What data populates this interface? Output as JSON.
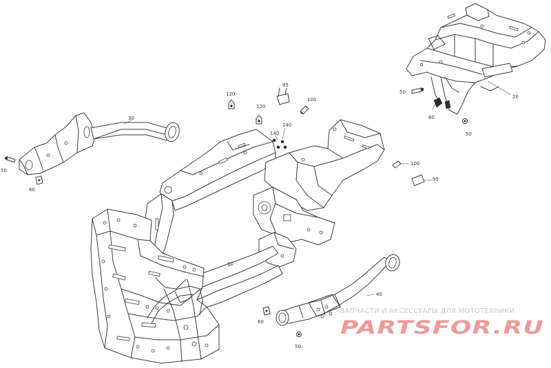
{
  "diagram": {
    "callouts": {
      "c120a": "120",
      "c95a": "95",
      "c100a": "100",
      "c120b": "120",
      "c140a": "140",
      "c140b": "140",
      "c30": "30",
      "c50left": "50",
      "c60left": "60",
      "c50topright": "50",
      "c60topright": "60",
      "c50topright2": "50",
      "c20": "20",
      "c100b": "100",
      "c95b": "95",
      "c10": "10",
      "c40": "40",
      "c60bottom": "60",
      "c50bottom": "50"
    }
  },
  "watermark": {
    "caption": "ЗАПЧАСТИ И АКСЕССУАРЫ ДЛЯ МОТОТЕХНИКИ",
    "logo": "PARTSFOR.RU"
  }
}
